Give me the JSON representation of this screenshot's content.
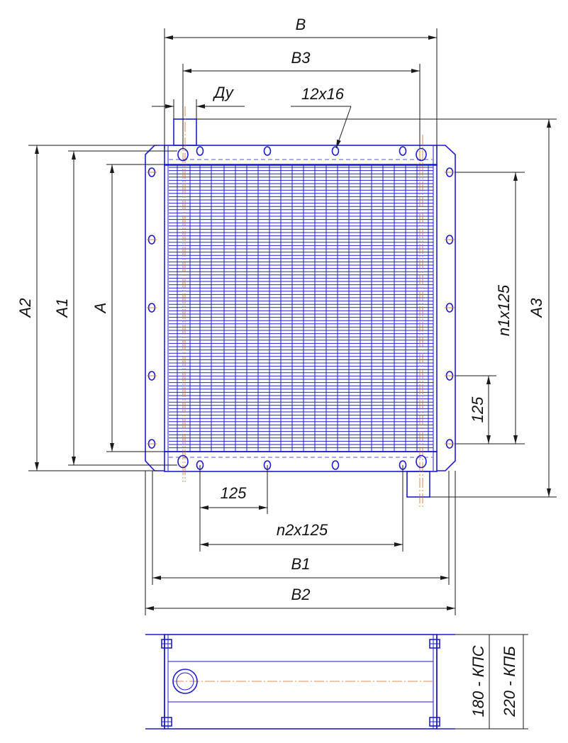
{
  "colors": {
    "part": "#1c1cd0",
    "dimension": "#1a1a1a",
    "axis": "#d2691e",
    "background": "#ffffff"
  },
  "labels": {
    "B": "B",
    "B3": "B3",
    "Du": "Ду",
    "hole_size": "12x16",
    "A2": "A2",
    "A1": "A1",
    "A": "A",
    "A3": "A3",
    "n1x125": "n1x125",
    "pitch_vertical": "125",
    "pitch_horizontal": "125",
    "n2x125": "n2x125",
    "B1": "B1",
    "B2": "B2",
    "depth_kpc": "180 - КПС",
    "depth_kpb": "220 - КПБ"
  }
}
